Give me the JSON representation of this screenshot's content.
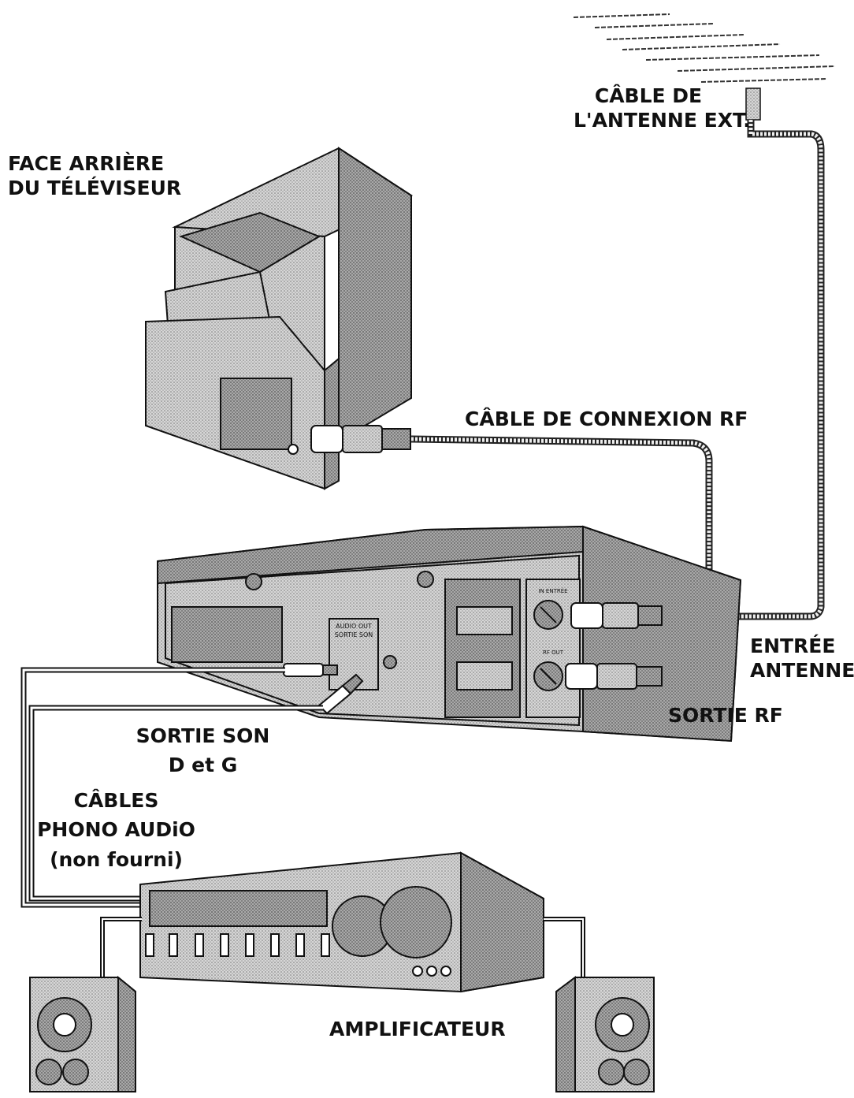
{
  "labels": {
    "antenna_cable_1": "CÂBLE DE",
    "antenna_cable_2": "L'ANTENNE EXT.",
    "tv_rear_1": "FACE ARRIÈRE",
    "tv_rear_2": "DU TÉLÉVISEUR",
    "rf_cable": "CÂBLE DE CONNEXION RF",
    "antenna_in_1": "ENTRÉE",
    "antenna_in_2": "ANTENNE",
    "rf_out": "SORTIE RF",
    "audio_out_1": "SORTIE SON",
    "audio_out_2": "D et G",
    "phono_1": "CÂBLES",
    "phono_2": "PHONO AUDiO",
    "phono_3": "(non fourni)",
    "amplifier": "AMPLIFICATEUR"
  },
  "vcr_panel": {
    "audio_out": "AUDIO OUT",
    "audio_sortie": "SORTIE SON",
    "ant_in": "IN ENTRÉE",
    "rf_out_small": "RF OUT"
  },
  "colors": {
    "line": "#111111",
    "cable": "#555555",
    "shade": "#b9b9b9",
    "shade_dark": "#8c8c8c",
    "background": "#ffffff"
  }
}
